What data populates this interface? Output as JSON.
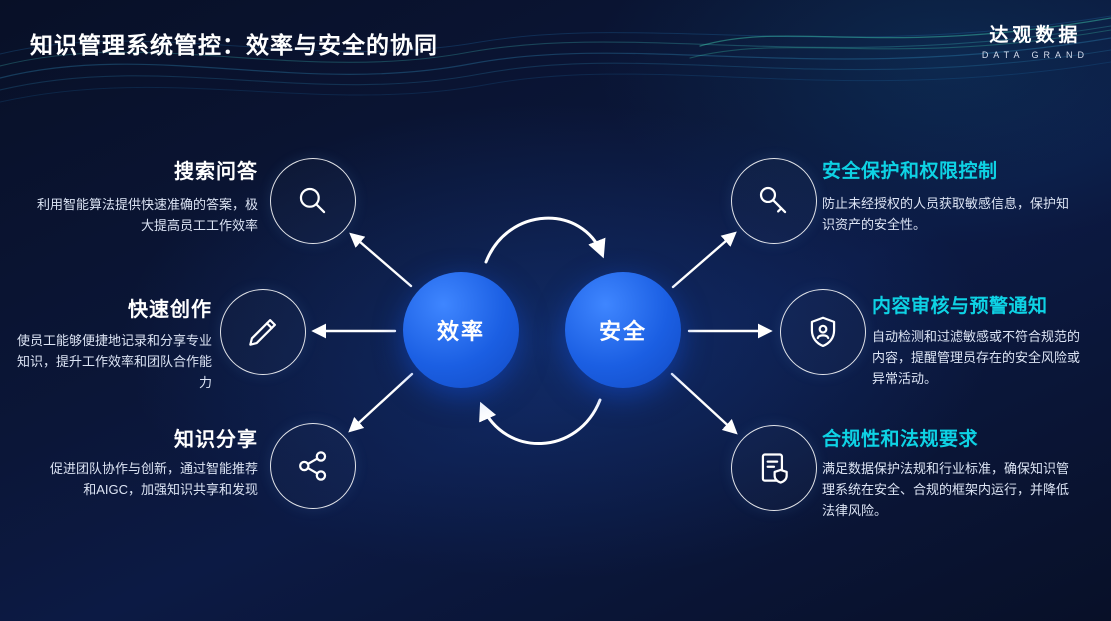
{
  "slide": {
    "title": "知识管理系统管控：效率与安全的协同",
    "logo": {
      "name": "达观数据",
      "sub": "DATA GRAND"
    }
  },
  "nodes": {
    "efficiency": "效率",
    "security": "安全"
  },
  "left_items": [
    {
      "icon": "search-icon",
      "title": "搜索问答",
      "desc": "利用智能算法提供快速准确的答案，极大提高员工工作效率"
    },
    {
      "icon": "pencil-icon",
      "title": "快速创作",
      "desc": "使员工能够便捷地记录和分享专业知识，提升工作效率和团队合作能力"
    },
    {
      "icon": "share-icon",
      "title": "知识分享",
      "desc": "促进团队协作与创新，通过智能推荐和AIGC，加强知识共享和发现"
    }
  ],
  "right_items": [
    {
      "icon": "key-icon",
      "title": "安全保护和权限控制",
      "desc": "防止未经授权的人员获取敏感信息，保护知识资产的安全性。"
    },
    {
      "icon": "shield-user-icon",
      "title": "内容审核与预警通知",
      "desc": "自动检测和过滤敏感或不符合规范的内容，提醒管理员存在的安全风险或异常活动。"
    },
    {
      "icon": "document-shield-icon",
      "title": "合规性和法规要求",
      "desc": "满足数据保护法规和行业标准，确保知识管理系统在安全、合规的框架内运行，并降低法律风险。"
    }
  ],
  "colors": {
    "background": "#0B1638",
    "accent_cyan": "#0ED2E4",
    "node_blue": "#1B5FE3",
    "text_body": "#DCE4F4"
  }
}
